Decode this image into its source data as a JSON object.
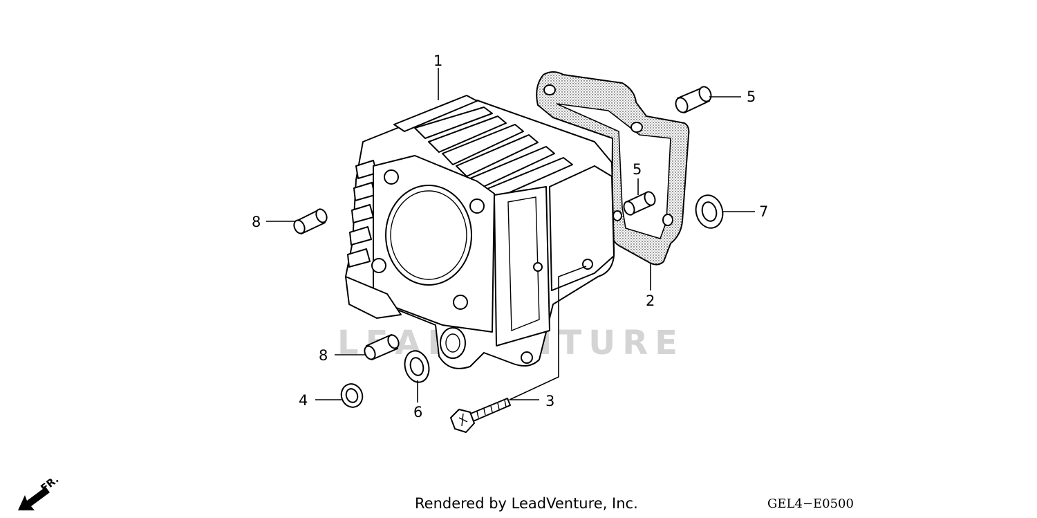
{
  "diagram": {
    "watermark": "LEADVENTURE",
    "callouts": [
      {
        "id": "1",
        "label": "1"
      },
      {
        "id": "2",
        "label": "2"
      },
      {
        "id": "3",
        "label": "3"
      },
      {
        "id": "4",
        "label": "4"
      },
      {
        "id": "5a",
        "label": "5"
      },
      {
        "id": "5b",
        "label": "5"
      },
      {
        "id": "6",
        "label": "6"
      },
      {
        "id": "7",
        "label": "7"
      },
      {
        "id": "8a",
        "label": "8"
      },
      {
        "id": "8b",
        "label": "8"
      }
    ],
    "direction_label": "FR.",
    "footer": "Rendered by LeadVenture, Inc.",
    "diagram_code": "GEL4−E0500"
  }
}
